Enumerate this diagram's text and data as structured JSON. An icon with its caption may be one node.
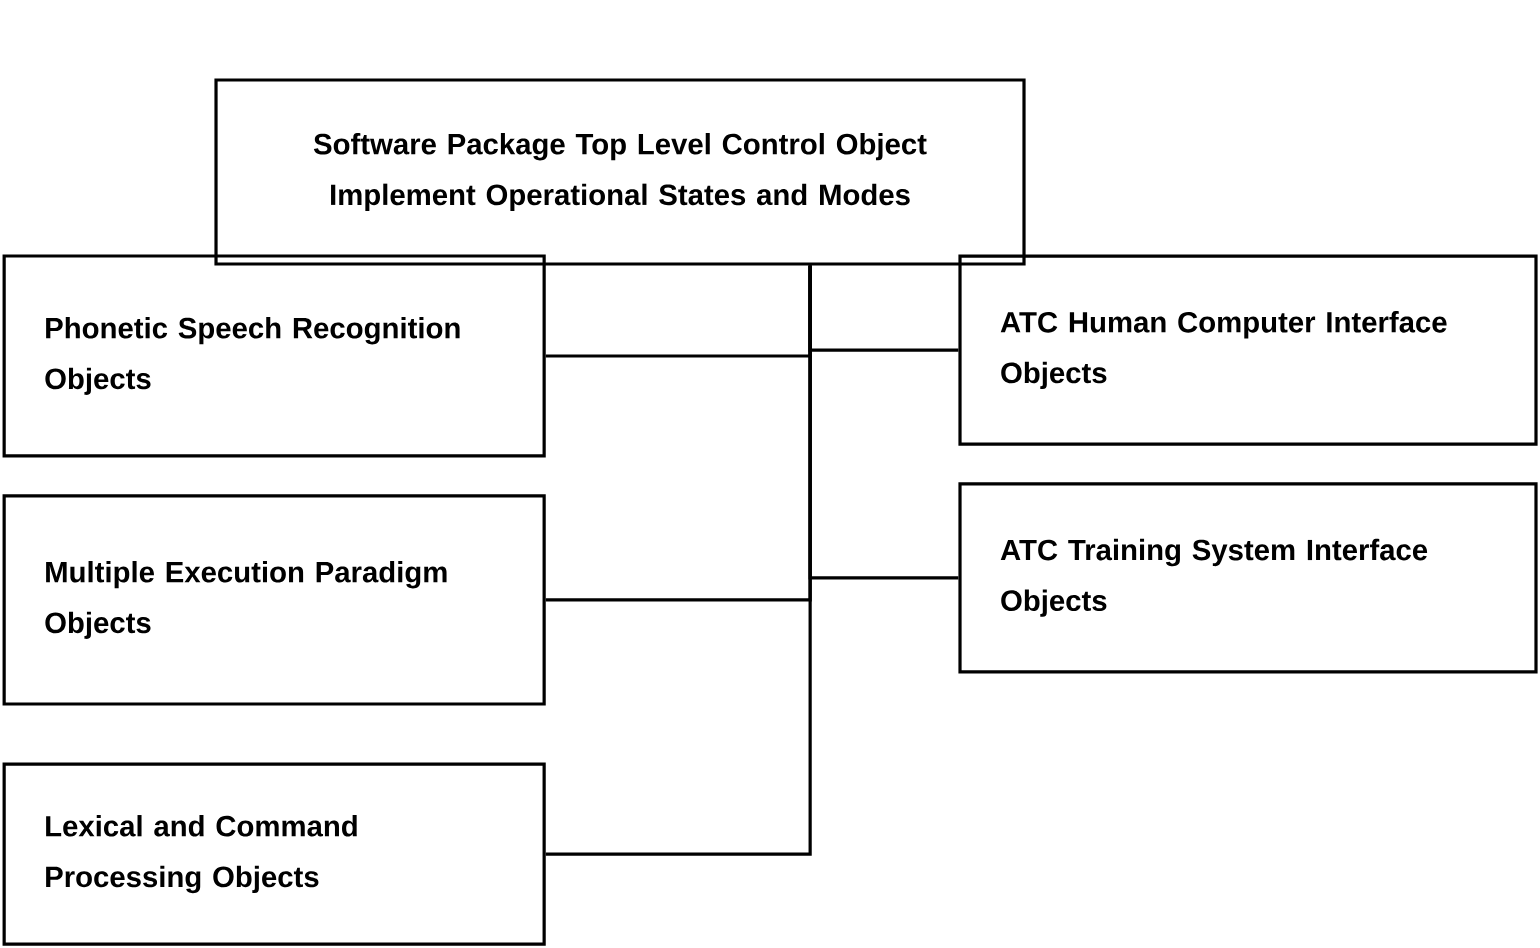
{
  "diagram": {
    "nodes": [
      {
        "text": [
          "Software Package Top Level Control Object Implement Operational States and Modes"
        ]
      },
      {
        "text": [
          "Phonetic Speech Recognition Objects"
        ]
      },
      {
        "text": [
          "Multiple Execution Paradigm Objects"
        ]
      },
      {
        "text": [
          "Lexical and Command Processing Objects"
        ]
      },
      {
        "text": [
          "ATC Human Computer Interface Objects"
        ]
      },
      {
        "text": [
          "ATC Training System Interface Objects"
        ]
      }
    ],
    "edges": [
      {
        "from": 0,
        "to": 1,
        "arrow": "none"
      },
      {
        "from": 0,
        "to": 2,
        "arrow": "none"
      },
      {
        "from": 0,
        "to": 3,
        "arrow": "none"
      },
      {
        "from": 0,
        "to": 4,
        "arrow": "none"
      },
      {
        "from": 0,
        "to": 5,
        "arrow": "none"
      }
    ]
  }
}
